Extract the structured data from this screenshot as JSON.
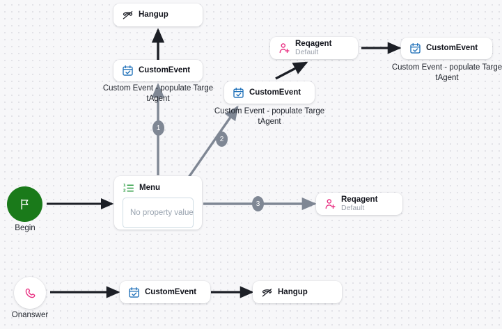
{
  "canvas": {
    "background_color": "#f7f7f9",
    "dot_color": "#e0e0e6"
  },
  "colors": {
    "begin_green": "#1a7a1a",
    "phone_pink": "#e8287d",
    "agent_pink": "#e8287d",
    "calendar_blue": "#1d6fb8",
    "menu_green": "#2f9e44",
    "dark_edge": "#1c1f26",
    "gray_edge": "#7f8794",
    "badge_gray": "#7f8794"
  },
  "terminals": [
    {
      "id": "begin",
      "label": "Begin",
      "icon": "flag-icon"
    },
    {
      "id": "onanswer",
      "label": "Onanswer",
      "icon": "phone-icon"
    }
  ],
  "nodes": [
    {
      "id": "hangup-top",
      "title": "Hangup",
      "subtitle": "",
      "icon": "hangup-phone-icon"
    },
    {
      "id": "customevent-top",
      "title": "CustomEvent",
      "subtitle": "",
      "icon": "calendar-check-icon"
    },
    {
      "id": "customevent-mid",
      "title": "CustomEvent",
      "subtitle": "",
      "icon": "calendar-check-icon"
    },
    {
      "id": "reqagent-top",
      "title": "Reqagent",
      "subtitle": "Default",
      "icon": "add-person-icon"
    },
    {
      "id": "customevent-right",
      "title": "CustomEvent",
      "subtitle": "",
      "icon": "calendar-check-icon"
    },
    {
      "id": "menu",
      "title": "Menu",
      "subtitle": "",
      "icon": "numbered-list-icon",
      "property_placeholder": "No property value"
    },
    {
      "id": "reqagent-mid",
      "title": "Reqagent",
      "subtitle": "Default",
      "icon": "add-person-icon"
    },
    {
      "id": "customevent-bottom",
      "title": "CustomEvent",
      "subtitle": "",
      "icon": "calendar-check-icon"
    },
    {
      "id": "hangup-bottom",
      "title": "Hangup",
      "subtitle": "",
      "icon": "hangup-phone-icon"
    }
  ],
  "edge_captions": [
    {
      "id": "caption-1",
      "text": "Custom Event - populate Targe\ntAgent"
    },
    {
      "id": "caption-2",
      "text": "Custom Event - populate Targe\ntAgent"
    },
    {
      "id": "caption-3",
      "text": "Custom Event - populate Targe\ntAgent"
    }
  ],
  "badges": [
    {
      "id": "badge-1",
      "value": "1"
    },
    {
      "id": "badge-2",
      "value": "2"
    },
    {
      "id": "badge-3",
      "value": "3"
    }
  ]
}
